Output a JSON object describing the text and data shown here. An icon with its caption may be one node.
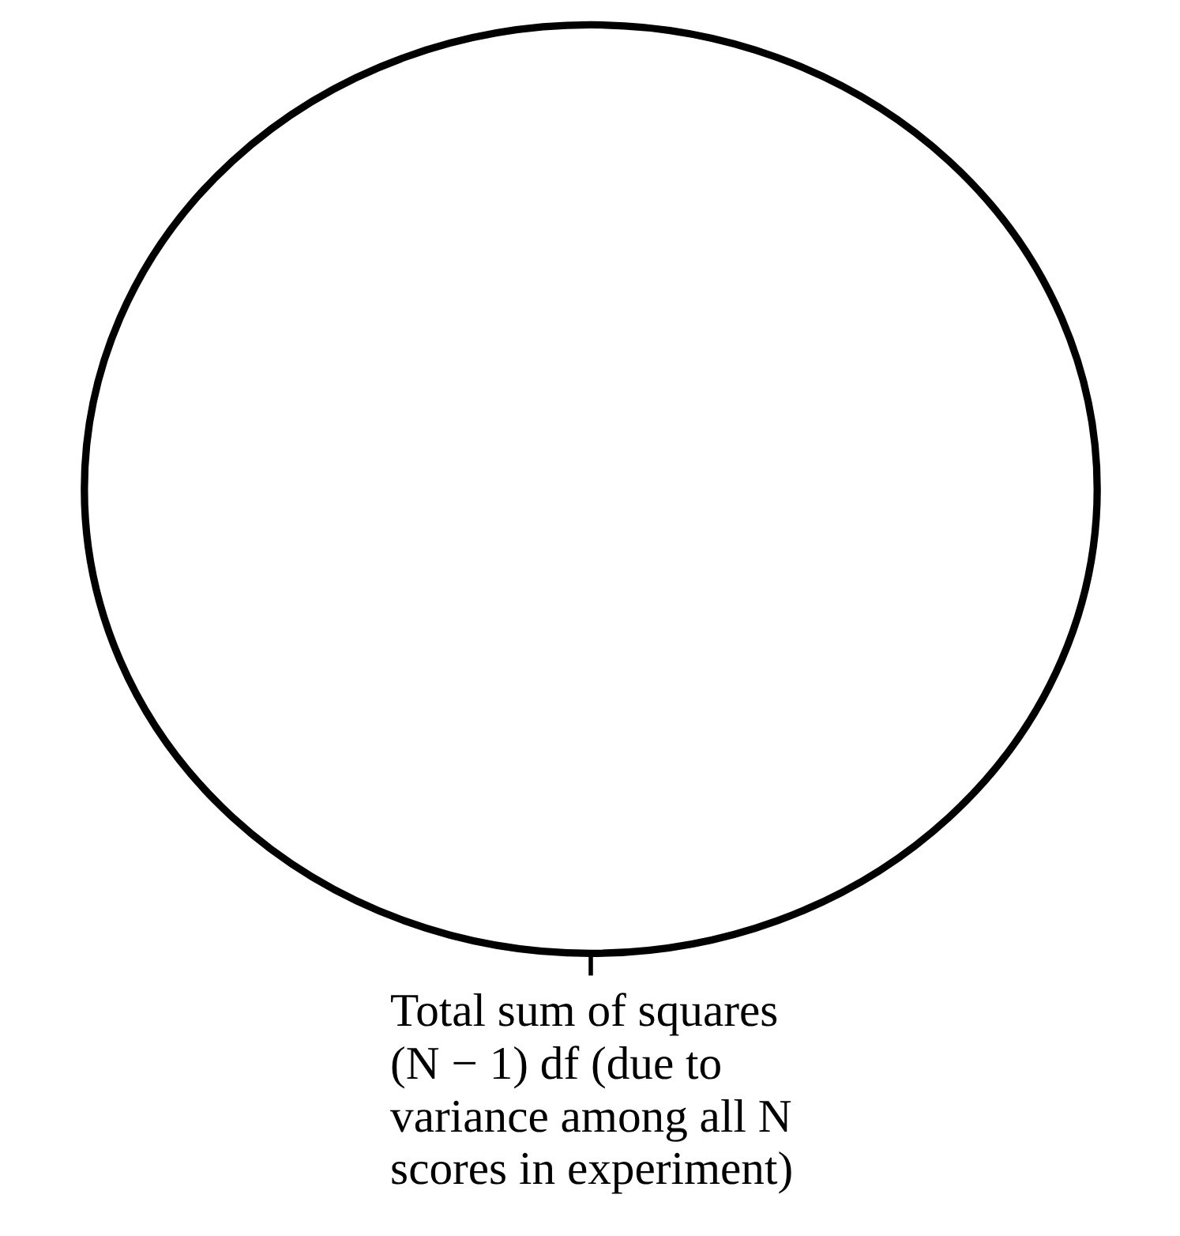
{
  "diagram": {
    "nodes": [
      {
        "text": [],
        "shape": "ellipse"
      },
      {
        "text": [
          "Total sum of squares (N − 1) df (due to variance among all N scores in experiment)"
        ]
      }
    ],
    "edges": [
      {
        "from": 1,
        "to": 0,
        "arrow": "none"
      }
    ]
  }
}
